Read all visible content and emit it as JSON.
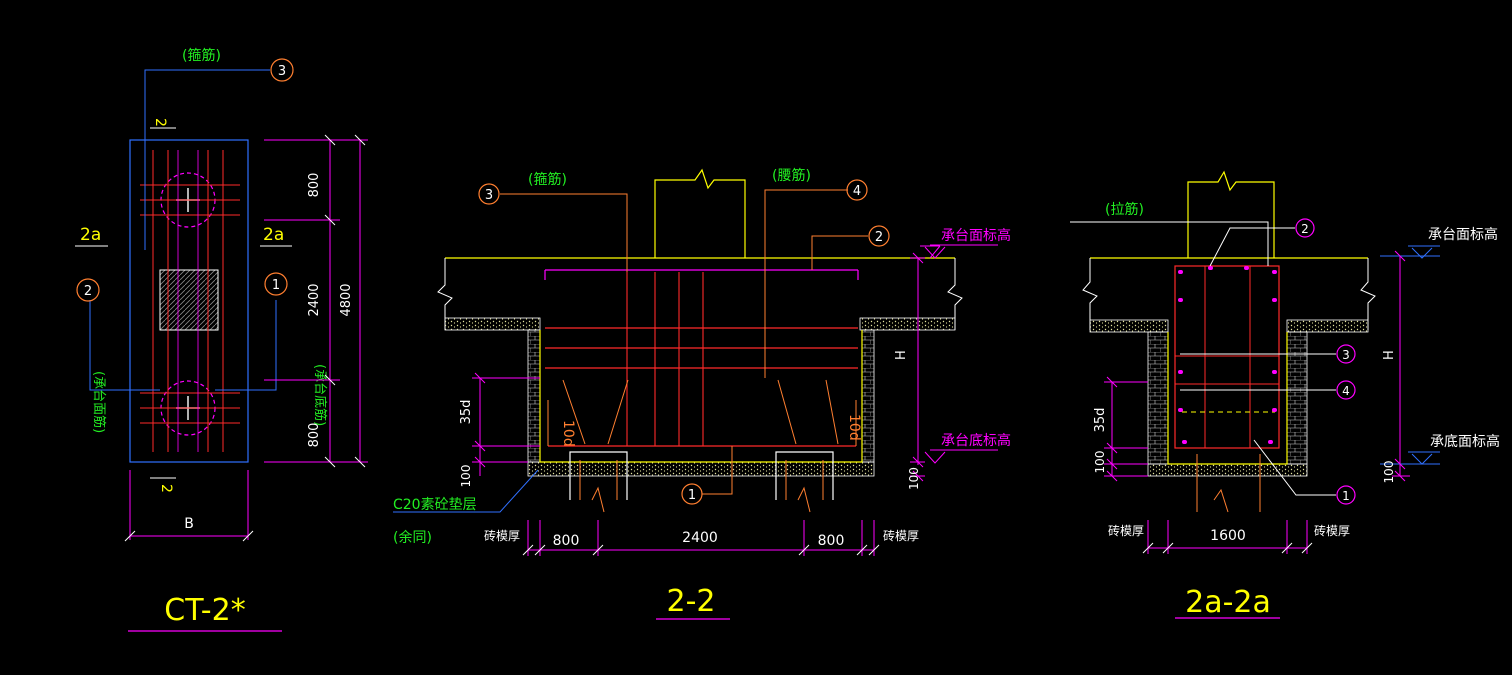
{
  "colors": {
    "background": "#000000",
    "outline": "#ffffff",
    "yellow": "#ffff00",
    "red": "#ff2a2a",
    "magenta": "#ff00ff",
    "green": "#22ee22",
    "blue": "#3070ff",
    "orange": "#ff7f30",
    "gray": "#bfbfbf"
  },
  "plan": {
    "title": "CT-2*",
    "section_mark_top": "2",
    "section_mark_bottom": "2",
    "left_mark": "2a",
    "right_mark": "2a",
    "stirrup_label": "(箍筋)",
    "stirrup_bubble": "3",
    "left_bubble": "2",
    "right_bubble": "1",
    "left_bar_label": "(承台面筋)",
    "right_bar_label": "(承台底筋)",
    "dim_top": "800",
    "dim_mid": "2400",
    "dim_bottom": "800",
    "dim_total": "4800",
    "dim_width": "B"
  },
  "section_22": {
    "title": "2-2",
    "stirrup_label": "(箍筋)",
    "stirrup_bubble": "3",
    "waist_label": "(腰筋)",
    "waist_bubble": "4",
    "top_bubble": "2",
    "bottom_bubble": "1",
    "top_elev": "承台面标高",
    "bottom_elev": "承台底标高",
    "height_mark": "H",
    "anchor_left": "35d",
    "hook_left": "10d",
    "hook_right": "10d",
    "bed_dim": "100",
    "bed_dim_right": "100",
    "bed_note": "C20素砼垫层",
    "bed_note_2": "(余同)",
    "brick_left": "砖模厚",
    "brick_right": "砖模厚",
    "dim_left": "800",
    "dim_mid": "2400",
    "dim_right": "800"
  },
  "section_2a": {
    "title": "2a-2a",
    "tie_label": "(拉筋)",
    "bubble_2": "2",
    "bubble_3": "3",
    "bubble_4": "4",
    "bubble_1": "1",
    "top_elev": "承台面标高",
    "bottom_elev": "承底面标高",
    "height_mark": "H",
    "anchor": "35d",
    "bed_dim": "100",
    "bed_dim_right": "100",
    "brick_left": "砖模厚",
    "brick_right": "砖模厚",
    "dim_width": "1600"
  }
}
